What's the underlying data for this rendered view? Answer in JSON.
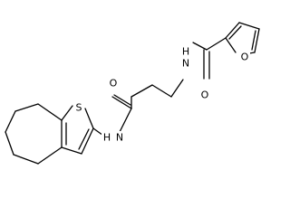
{
  "colors": {
    "background": "#ffffff",
    "bond": "#000000",
    "label": "#000000"
  },
  "atoms": {
    "o_amide1": "O",
    "h_n1": "H",
    "n1": "N",
    "o_furan": "O",
    "s_thiophene": "S",
    "o_amide2": "O",
    "h_n2": "H",
    "n2": "N"
  }
}
